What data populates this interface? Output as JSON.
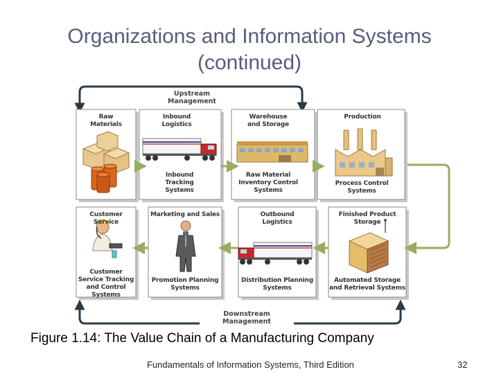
{
  "slide": {
    "title_line1": "Organizations and Information Systems",
    "title_line2": "(continued)",
    "caption": "Figure 1.14: The Value Chain of a Manufacturing Company",
    "footer": "Fundamentals of Information Systems, Third Edition",
    "page_number": "32"
  },
  "diagram": {
    "upstream_label": "Upstream Management",
    "downstream_label": "Downstream Management",
    "boxes": {
      "raw_materials": {
        "top": "Raw Materials",
        "bottom": ""
      },
      "inbound_logistics": {
        "top": "Inbound Logistics",
        "bottom": "Inbound Tracking Systems"
      },
      "warehouse": {
        "top": "Warehouse and Storage",
        "bottom": "Raw Material Inventory Control Systems"
      },
      "production": {
        "top": "Production",
        "bottom": "Process Control Systems"
      },
      "finished_product": {
        "top": "Finished Product Storage",
        "bottom": "Automated Storage and Retrieval Systems"
      },
      "outbound_logistics": {
        "top": "Outbound Logistics",
        "bottom": "Distribution Planning Systems"
      },
      "marketing": {
        "top": "Marketing and Sales",
        "bottom": "Promotion Planning Systems"
      },
      "customer_service": {
        "top": "Customer Service",
        "bottom": "Customer Service Tracking and Control Systems"
      }
    },
    "colors": {
      "arrow_green": "#9aab62",
      "arrow_dark": "#2a3b45",
      "box_border": "#8a8a8a",
      "box_shadow": "#bfbfbf"
    }
  }
}
